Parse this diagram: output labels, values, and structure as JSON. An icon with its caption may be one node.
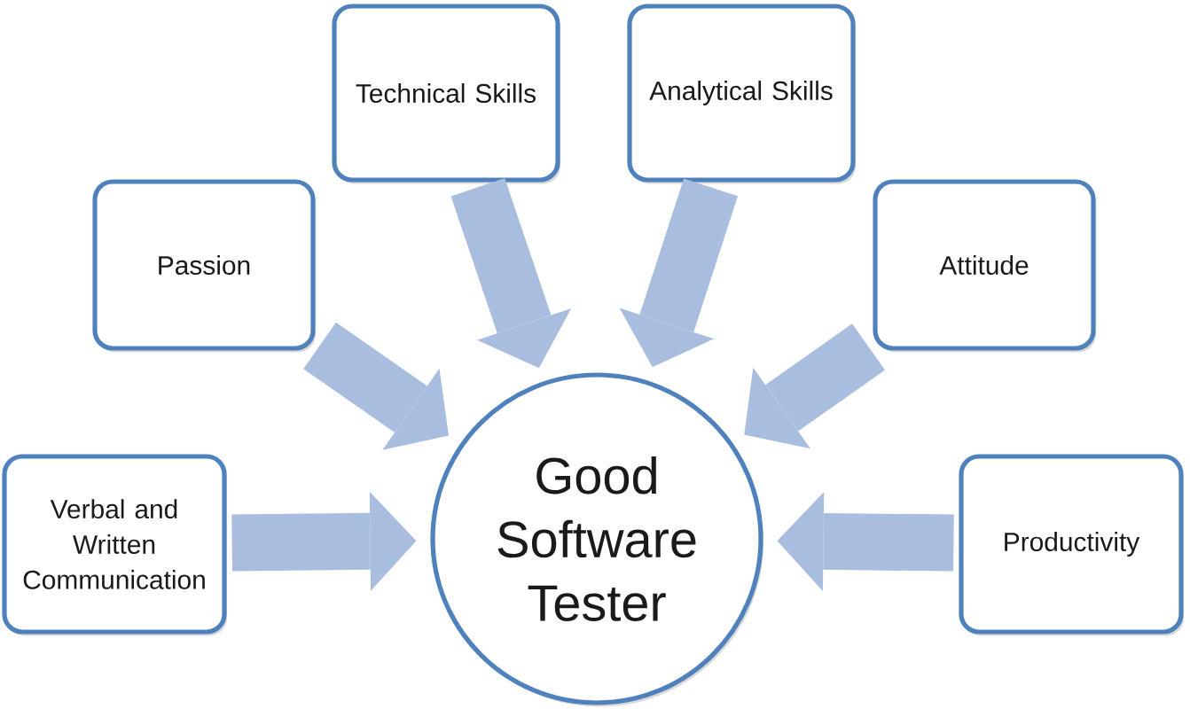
{
  "diagram": {
    "nodes": [
      {
        "text": [
          "Technical Skills"
        ]
      },
      {
        "text": [
          "Analytical Skills"
        ]
      },
      {
        "text": [
          "Passion"
        ]
      },
      {
        "text": [
          "Attitude"
        ]
      },
      {
        "text": [
          "Verbal and Written Communication"
        ]
      },
      {
        "text": [
          "Good Software Tester"
        ]
      },
      {
        "text": [
          "Productivity"
        ]
      }
    ],
    "edges": [
      {
        "from": 0,
        "to": 5,
        "arrow": "to"
      },
      {
        "from": 1,
        "to": 5,
        "arrow": "to"
      },
      {
        "from": 2,
        "to": 5,
        "arrow": "to"
      },
      {
        "from": 3,
        "to": 5,
        "arrow": "to"
      },
      {
        "from": 4,
        "to": 5,
        "arrow": "to"
      },
      {
        "from": 6,
        "to": 5,
        "arrow": "to"
      }
    ]
  }
}
